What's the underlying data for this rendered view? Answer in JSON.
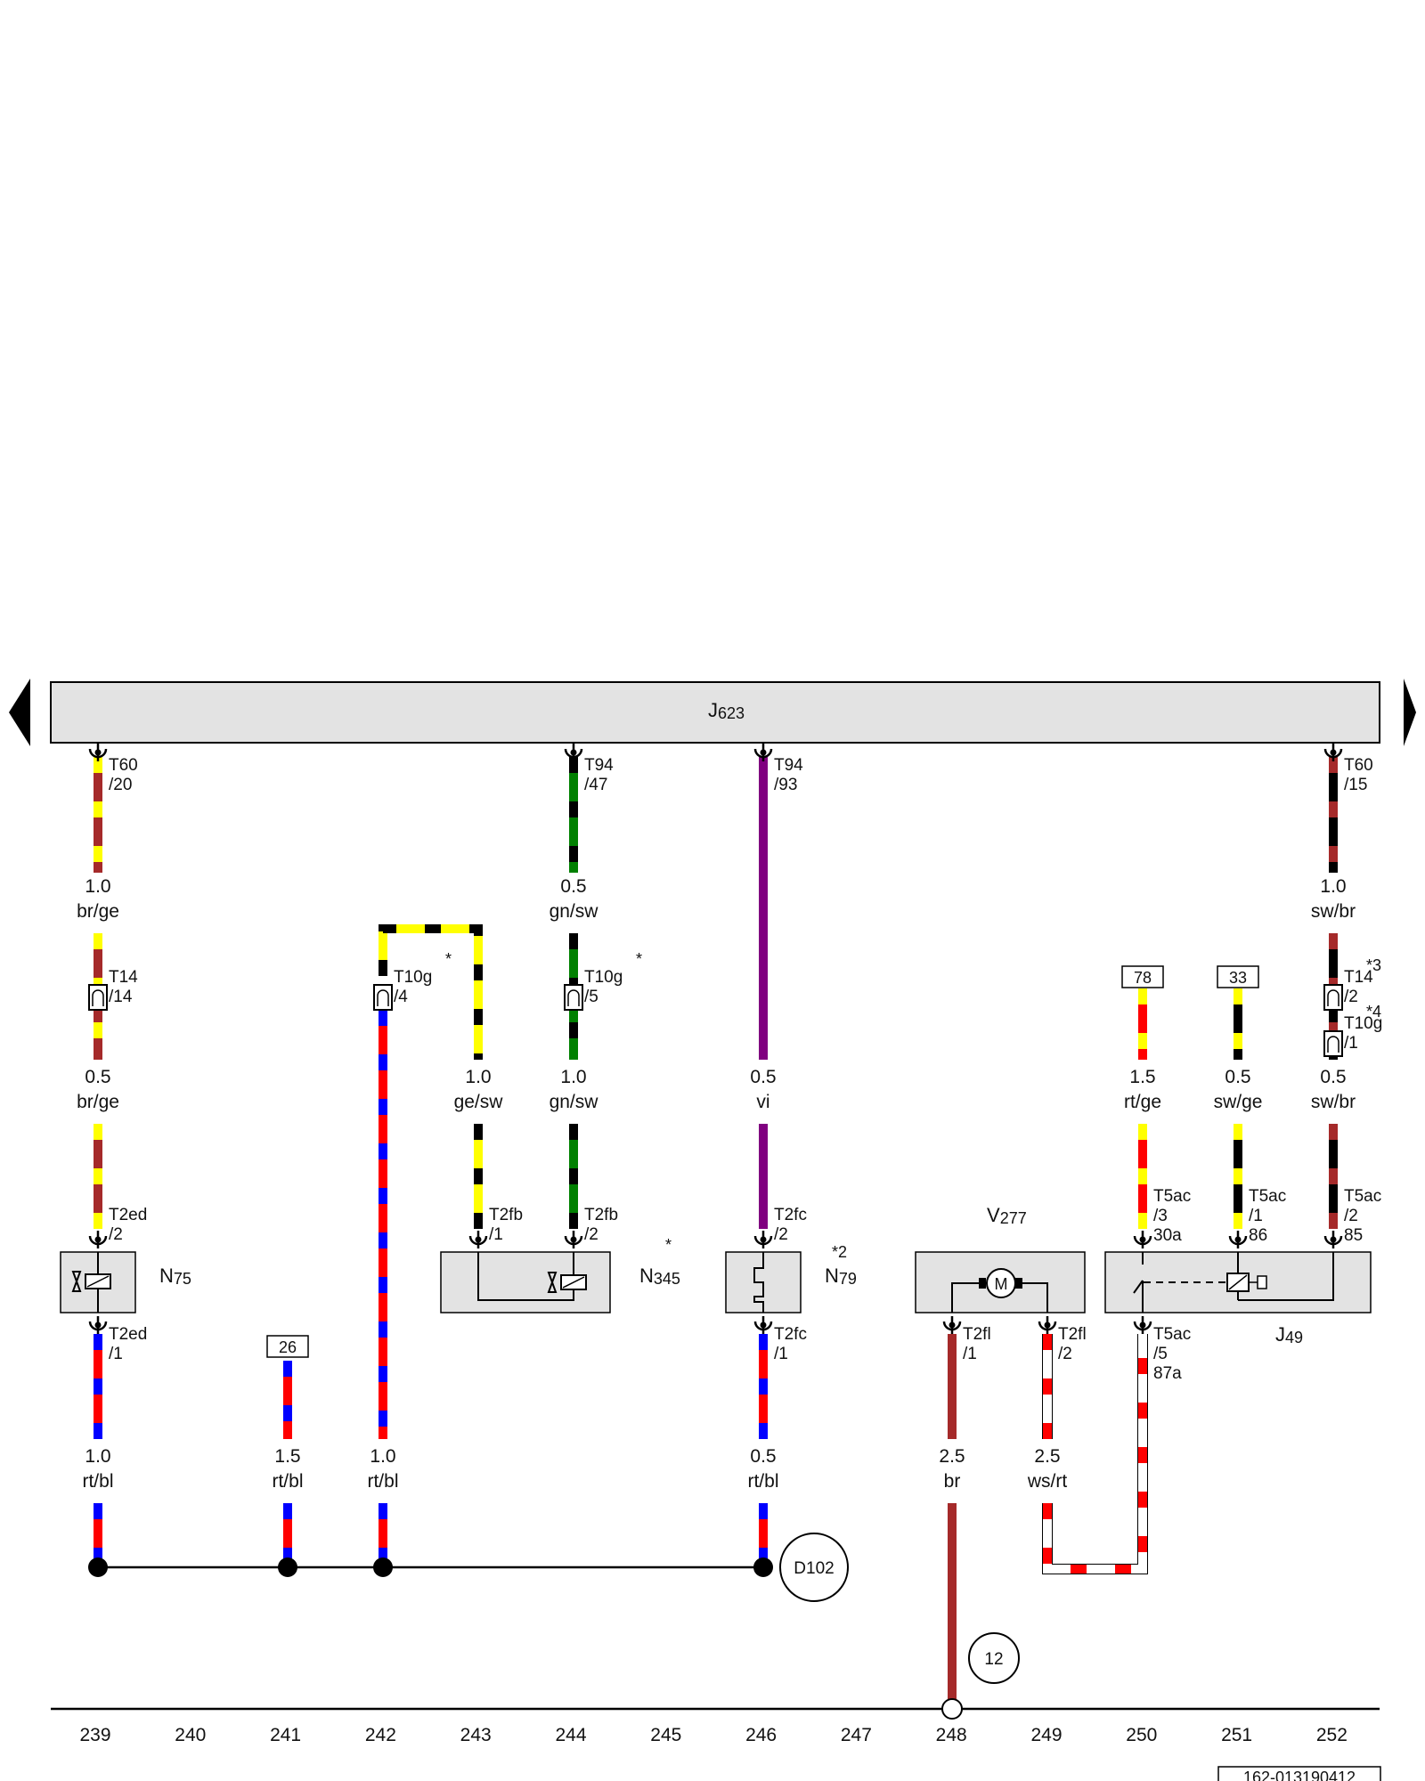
{
  "diagram": {
    "control_unit": {
      "id": "J",
      "sub": "623"
    },
    "wire_colors": {
      "br": "#a52a2a",
      "ge": "#ffff00",
      "gn": "#008000",
      "sw": "#000000",
      "rt": "#ff0000",
      "bl": "#0000ff",
      "vi": "#800080",
      "ws": "#ffffff"
    },
    "connectors": {
      "c_t60_20": [
        "T60",
        "/20"
      ],
      "c_t94_47": [
        "T94",
        "/47"
      ],
      "c_t94_93": [
        "T94",
        "/93"
      ],
      "c_t60_15": [
        "T60",
        "/15"
      ],
      "c_t14_14": [
        "T14",
        "/14"
      ],
      "c_t10g_4": [
        "T10g",
        "/4"
      ],
      "c_t10g_5": [
        "T10g",
        "/5"
      ],
      "c_t14_2": [
        "T14",
        "/2"
      ],
      "c_t10g_1": [
        "T10g",
        "/1"
      ],
      "c_t2ed_2": [
        "T2ed",
        "/2"
      ],
      "c_t2ed_1": [
        "T2ed",
        "/1"
      ],
      "c_t2fb_1": [
        "T2fb",
        "/1"
      ],
      "c_t2fb_2": [
        "T2fb",
        "/2"
      ],
      "c_t2fc_2": [
        "T2fc",
        "/2"
      ],
      "c_t2fc_1": [
        "T2fc",
        "/1"
      ],
      "c_t2fl_1": [
        "T2fl",
        "/1"
      ],
      "c_t2fl_2": [
        "T2fl",
        "/2"
      ],
      "c_t5ac_3": [
        "T5ac",
        "/3",
        "30a"
      ],
      "c_t5ac_1": [
        "T5ac",
        "/1",
        "86"
      ],
      "c_t5ac_2": [
        "T5ac",
        "/2",
        "85"
      ],
      "c_t5ac_5": [
        "T5ac",
        "/5",
        "87a"
      ]
    },
    "wire_labels": {
      "w1": [
        "1.0",
        "br/ge"
      ],
      "w2": [
        "0.5",
        "gn/sw"
      ],
      "w3": [
        "1.0",
        "sw/br"
      ],
      "w4": [
        "0.5",
        "br/ge"
      ],
      "w5": [
        "1.0",
        "ge/sw"
      ],
      "w6": [
        "1.0",
        "gn/sw"
      ],
      "w7": [
        "0.5",
        "vi"
      ],
      "w8": [
        "1.5",
        "rt/ge"
      ],
      "w9": [
        "0.5",
        "sw/ge"
      ],
      "w10": [
        "0.5",
        "sw/br"
      ],
      "w11": [
        "1.0",
        "rt/bl"
      ],
      "w12": [
        "1.5",
        "rt/bl"
      ],
      "w13": [
        "1.0",
        "rt/bl"
      ],
      "w14": [
        "0.5",
        "rt/bl"
      ],
      "w15": [
        "2.5",
        "br"
      ],
      "w16": [
        "2.5",
        "ws/rt"
      ]
    },
    "components": {
      "n75": {
        "id": "N",
        "sub": "75"
      },
      "n345": {
        "id": "N",
        "sub": "345"
      },
      "n79": {
        "id": "N",
        "sub": "79"
      },
      "v277": {
        "id": "V",
        "sub": "277"
      },
      "j49": {
        "id": "J",
        "sub": "49"
      }
    },
    "motor_letter": "M",
    "references": {
      "r26": "26",
      "r78": "78",
      "r33": "33"
    },
    "ground_points": {
      "d102": "D102",
      "p12": "12"
    },
    "footnotes": {
      "s1": "*",
      "s2": "*",
      "s3": "*2",
      "s4": "*3",
      "s5": "*4"
    },
    "current_paths": [
      "239",
      "240",
      "241",
      "242",
      "243",
      "244",
      "245",
      "246",
      "247",
      "248",
      "249",
      "250",
      "251",
      "252"
    ],
    "drawing_number": "162-013190412"
  }
}
